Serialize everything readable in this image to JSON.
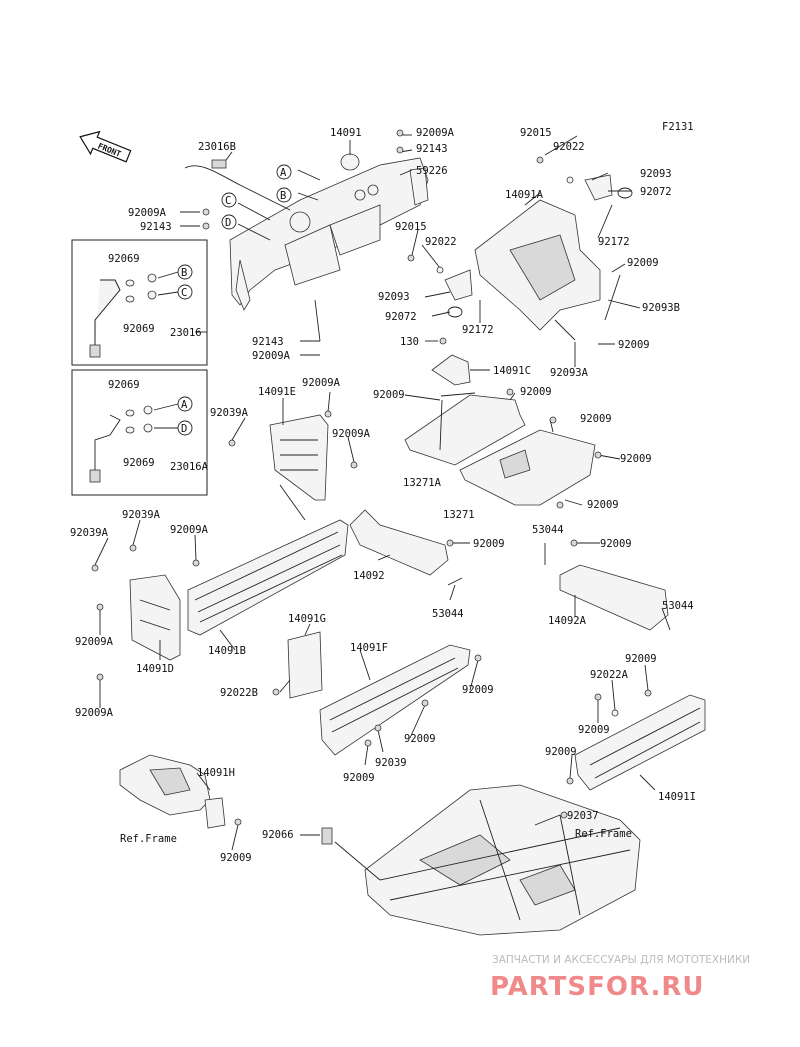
{
  "figure_code": "F2131",
  "front_arrow": "FRONT",
  "callouts": [
    "A",
    "B",
    "C",
    "D"
  ],
  "parts": {
    "p14091": "14091",
    "p23016B": "23016B",
    "p92009A_top": "92009A",
    "p92143_top": "92143",
    "p59226": "59226",
    "p92009A_left": "92009A",
    "p92143_left": "92143",
    "p92069_1": "92069",
    "p92069_2": "92069",
    "p23016": "23016",
    "p92143_mid": "92143",
    "p92009A_mid": "92009A",
    "p92069_3": "92069",
    "p92069_4": "92069",
    "p23016A": "23016A",
    "p92015_1": "92015",
    "p92022_1": "92022",
    "p92093_1": "92093",
    "p92072_1": "92072",
    "p14091A": "14091A",
    "p92172_1": "92172",
    "p92015_2": "92015",
    "p92022_2": "92022",
    "p92009_r1": "92009",
    "p92093_2": "92093",
    "p92093B": "92093B",
    "p92072_2": "92072",
    "p92172_2": "92172",
    "p130": "130",
    "p14091C": "14091C",
    "p92009_r2": "92009",
    "p92093A": "92093A",
    "p14091E": "14091E",
    "p92009A_e1": "92009A",
    "p92039A_1": "92039A",
    "p92009A_e2": "92009A",
    "p92009_c1": "92009",
    "p92009_c2": "92009",
    "p92009_c3": "92009",
    "p92009_c4": "92009",
    "p92009_c5": "92009",
    "p13271A": "13271A",
    "p13271": "13271",
    "p92039A_2": "92039A",
    "p92039A_3": "92039A",
    "p92009A_b1": "92009A",
    "p53044_1": "53044",
    "p92009_d1": "92009",
    "p92009_d2": "92009",
    "p14092": "14092",
    "p53044_2": "53044",
    "p53044_3": "53044",
    "p14092A": "14092A",
    "p92009A_b2": "92009A",
    "p14091D": "14091D",
    "p14091B": "14091B",
    "p14091G": "14091G",
    "p14091F": "14091F",
    "p92022B": "92022B",
    "p92009_f1": "92009",
    "p92009_f2": "92009",
    "p92039": "92039",
    "p92009_f3": "92009",
    "p92009A_b3": "92009A",
    "p92009_i1": "92009",
    "p92022A": "92022A",
    "p92009_i2": "92009",
    "p92009_i3": "92009",
    "p14091I": "14091I",
    "p14091H": "14091H",
    "p92037": "92037",
    "p92066": "92066",
    "p92009_h": "92009",
    "ref_frame_1": "Ref.Frame",
    "ref_frame_2": "Ref.Frame"
  },
  "watermark": {
    "caption": "ЗАПЧАСТИ И АКСЕССУАРЫ ДЛЯ МОТОТЕХНИКИ",
    "logo": "PARTSFOR.RU"
  }
}
